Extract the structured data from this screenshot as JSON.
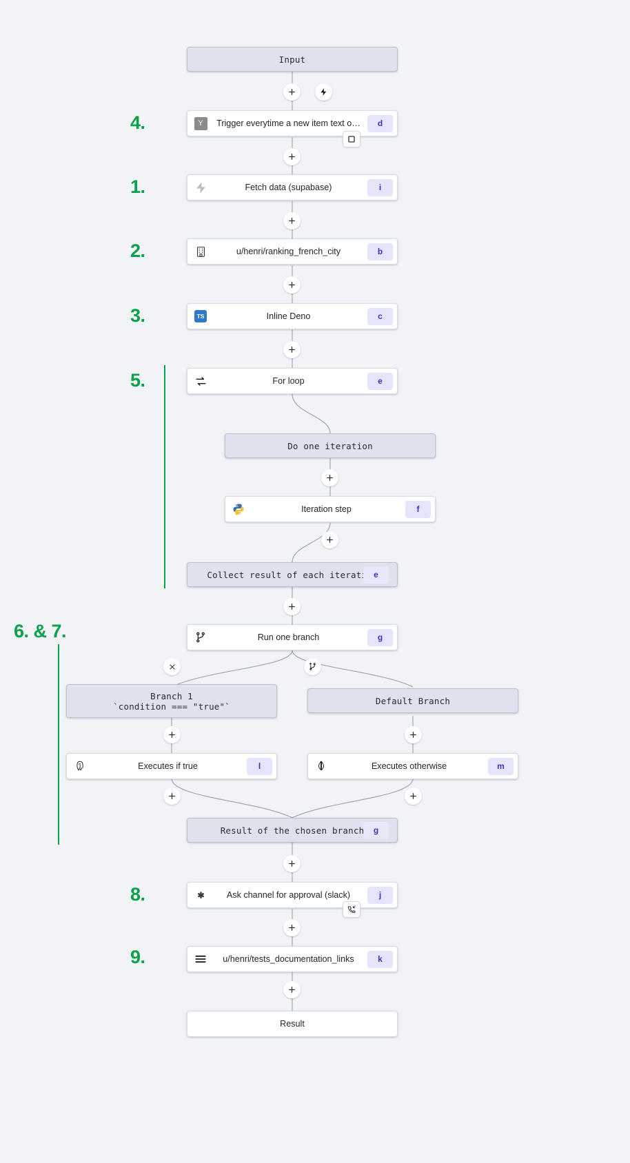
{
  "canvas": {
    "background": "#f1f3f7",
    "accent_green": "#0aa14b",
    "badge_bg": "#e4e4fb",
    "badge_fg": "#3b32c4",
    "virtual_node_bg": "#dde2ec"
  },
  "nodes": {
    "input": {
      "label": "Input"
    },
    "trigger": {
      "label": "Trigger everytime a new item text o…",
      "badge": "d",
      "icon": "yaml-script-icon"
    },
    "fetch": {
      "label": "Fetch data (supabase)",
      "badge": "i",
      "icon": "supabase-icon"
    },
    "ranking": {
      "label": "u/henri/ranking_french_city",
      "badge": "b",
      "icon": "building-icon"
    },
    "inline_deno": {
      "label": "Inline Deno",
      "badge": "c",
      "icon": "typescript-icon"
    },
    "for_loop": {
      "label": "For loop",
      "badge": "e",
      "icon": "loop-icon"
    },
    "do_one_iteration": {
      "label": "Do one iteration"
    },
    "iteration_step": {
      "label": "Iteration step",
      "badge": "f",
      "icon": "python-icon"
    },
    "collect_result": {
      "label": "Collect result of each iteration",
      "badge": "e"
    },
    "run_one_branch": {
      "label": "Run one branch",
      "badge": "g",
      "icon": "branch-icon"
    },
    "branch_one": {
      "label": "Branch 1",
      "sublabel": "`condition === \"true\"`"
    },
    "default_branch": {
      "label": "Default Branch"
    },
    "executes_if_true": {
      "label": "Executes if true",
      "badge": "l",
      "icon": "postgres-icon"
    },
    "executes_otherwise": {
      "label": "Executes otherwise",
      "badge": "m",
      "icon": "mongodb-icon"
    },
    "result_chosen_branch": {
      "label": "Result of the chosen branch",
      "badge": "g"
    },
    "ask_approval": {
      "label": "Ask channel for approval (slack)",
      "badge": "j",
      "icon": "slack-icon"
    },
    "tests_docs": {
      "label": "u/henri/tests_documentation_links",
      "badge": "k",
      "icon": "menu-lines-icon"
    },
    "result": {
      "label": "Result"
    }
  },
  "annotations": [
    {
      "text": "4.",
      "for": "trigger"
    },
    {
      "text": "1.",
      "for": "fetch"
    },
    {
      "text": "2.",
      "for": "ranking"
    },
    {
      "text": "3.",
      "for": "inline_deno"
    },
    {
      "text": "5.",
      "for": "for_loop"
    },
    {
      "text": "6. & 7.",
      "for": "run_one_branch"
    },
    {
      "text": "8.",
      "for": "ask_approval"
    },
    {
      "text": "9.",
      "for": "tests_docs"
    }
  ],
  "handles": {
    "plus": "plus-icon",
    "lightning": "lightning-bolt-icon",
    "close": "close-x-icon",
    "add_branch": "add-branch-icon",
    "stop_square": "stop-square-icon",
    "phone_callback": "phone-callback-icon"
  }
}
